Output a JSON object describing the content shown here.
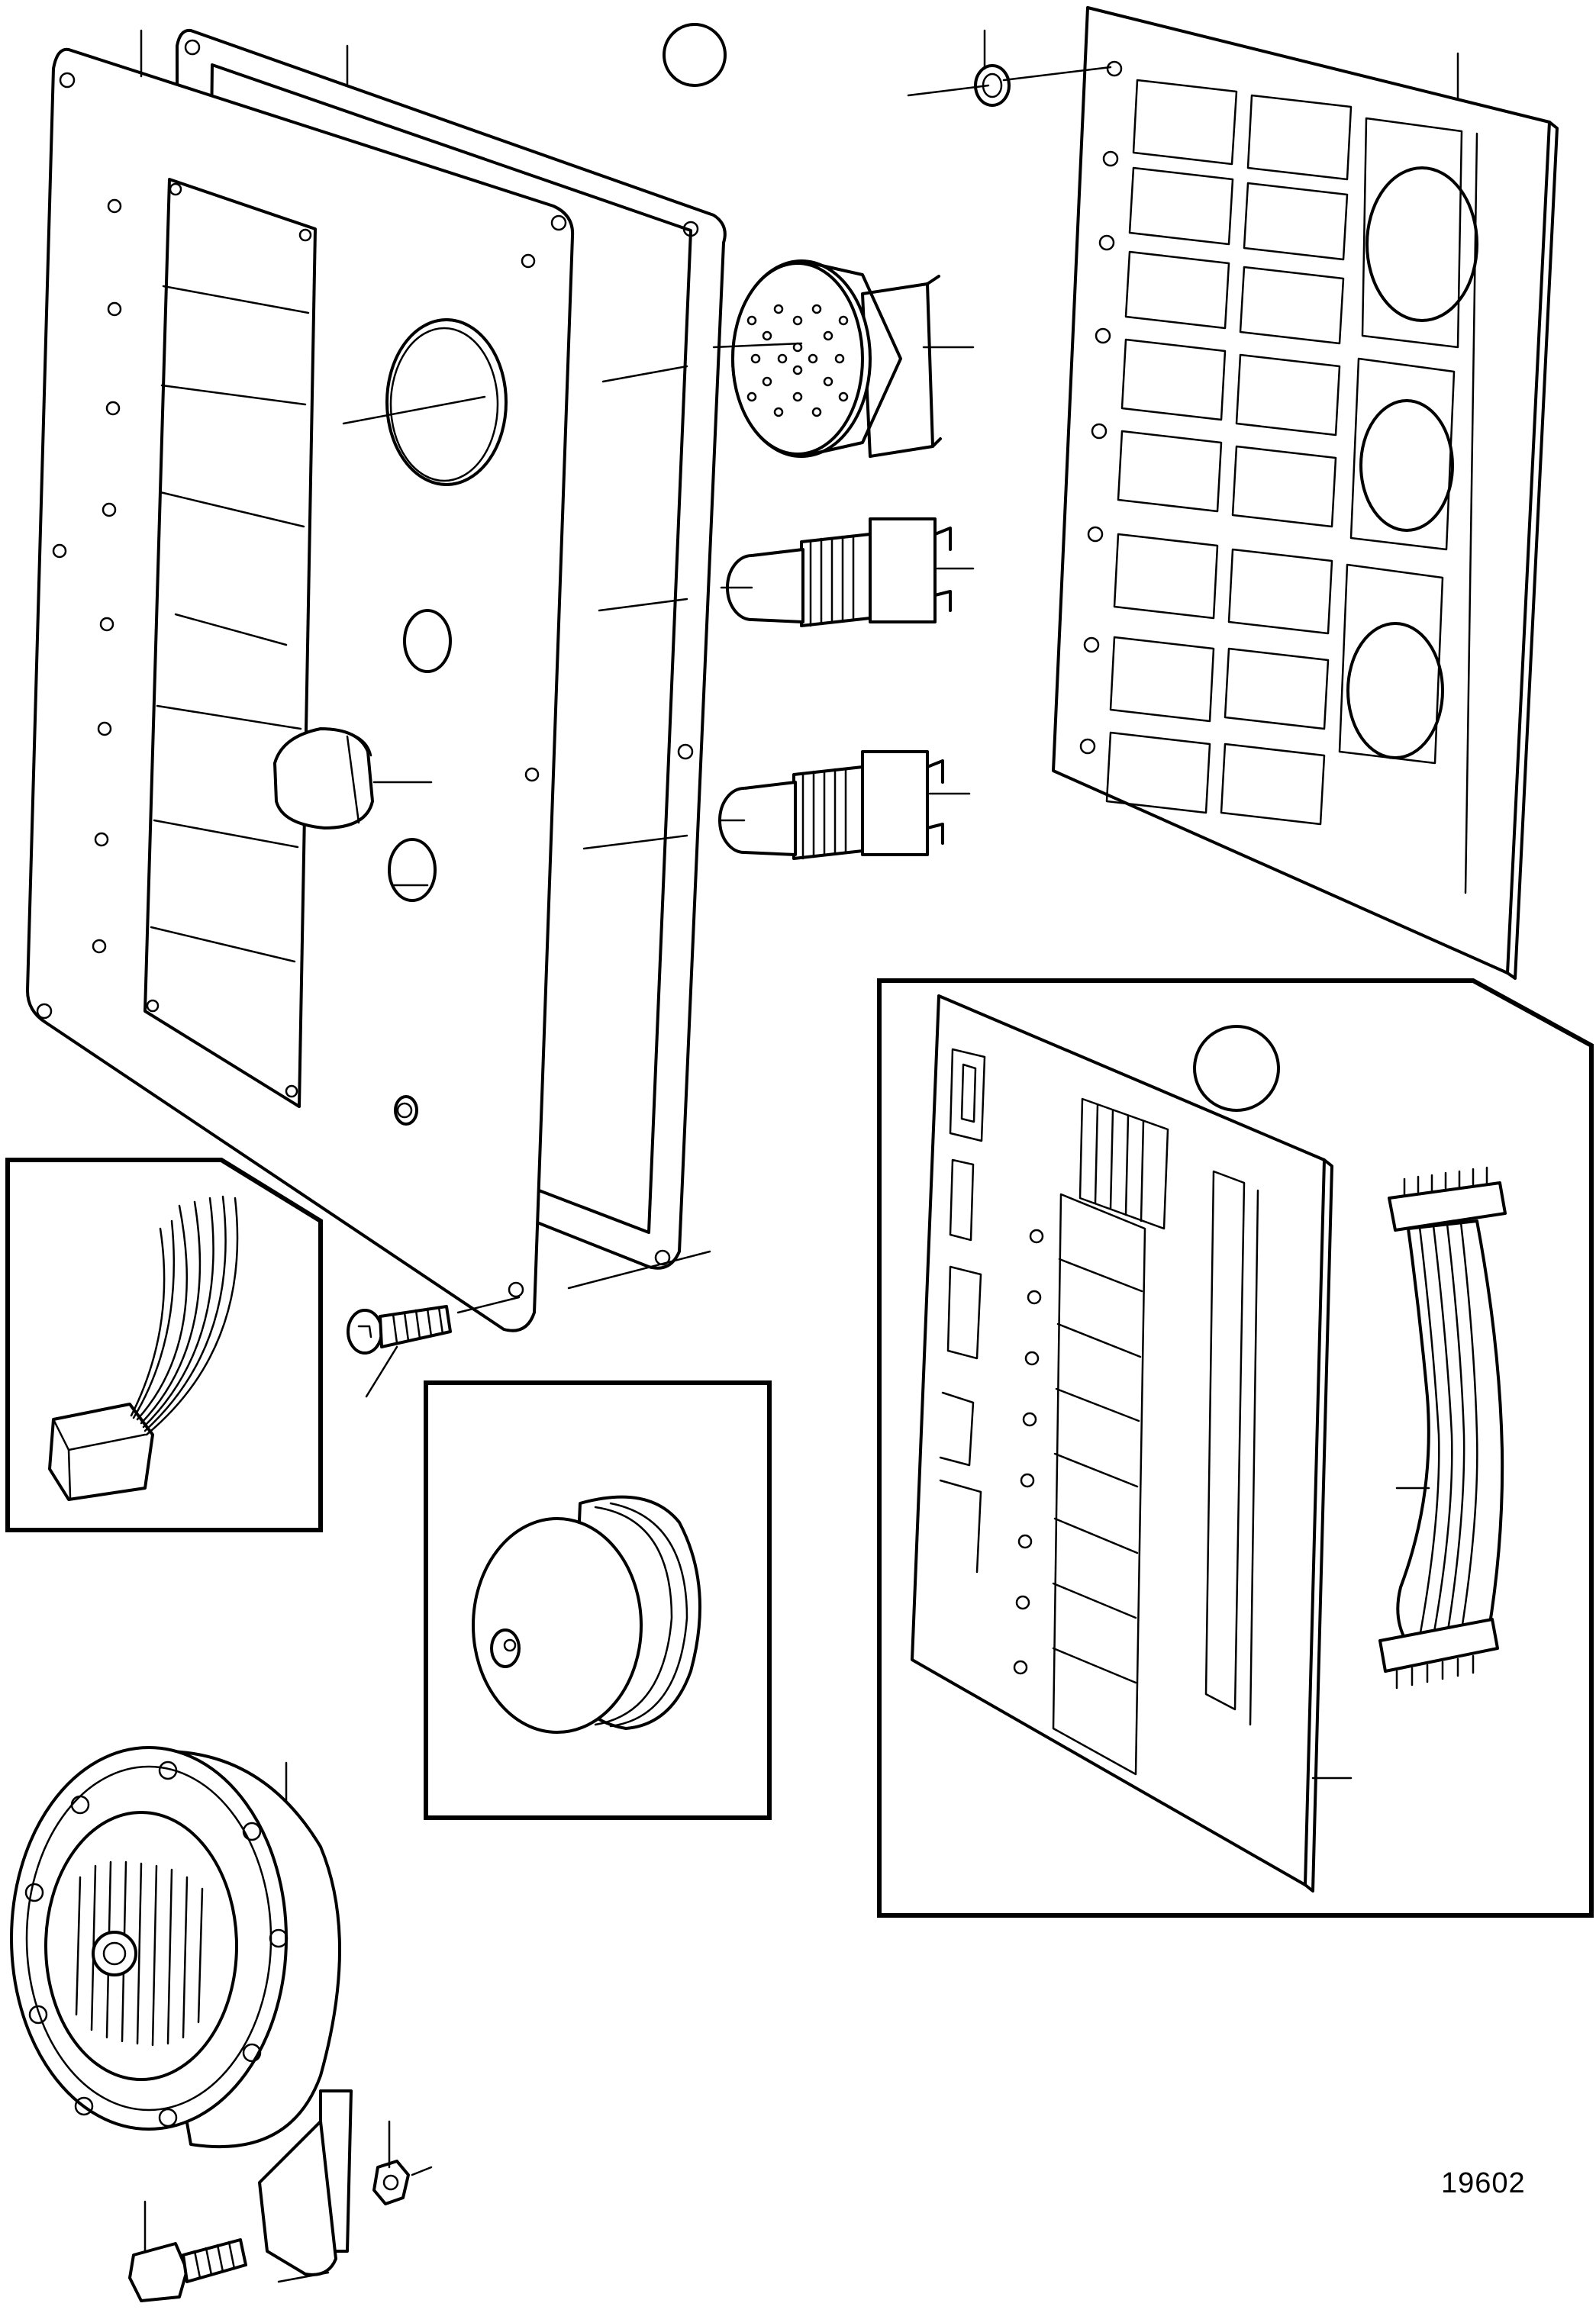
{
  "figure": {
    "number": "19602"
  },
  "colors": {
    "line": "#000000",
    "background": "#ffffff"
  },
  "parts": [
    "front-panel-plate",
    "panel-gasket",
    "label-card",
    "buzzer",
    "push-button-switch-upper",
    "push-button-switch-lower",
    "rubber-cap",
    "washer",
    "mounting-screw",
    "wiring-harness",
    "bell",
    "circuit-board",
    "ribbon-cable",
    "horn",
    "horn-bolt",
    "horn-nut"
  ]
}
